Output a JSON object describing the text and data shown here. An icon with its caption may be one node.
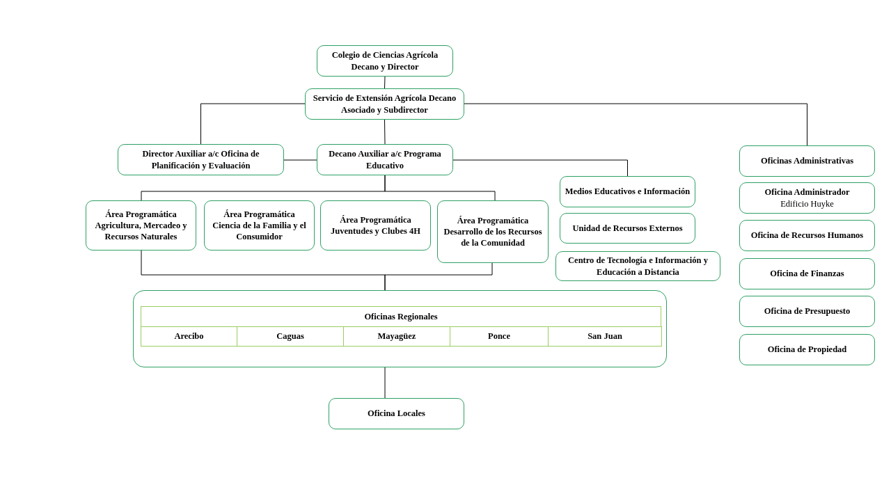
{
  "diagram": {
    "nodes": [
      {
        "text": [
          "Colegio de Ciencias Agrícola Decano y Director"
        ]
      },
      {
        "text": [
          "Servicio de Extensión Agrícola Decano Asociado y Subdirector"
        ]
      },
      {
        "text": [
          "Director Auxiliar a/c Oficina de Planificación y Evaluación"
        ]
      },
      {
        "text": [
          "Decano Auxiliar a/c Programa Educativo"
        ]
      },
      {
        "text": [
          "Área Programática Agricultura, Mercadeo y Recursos Naturales"
        ]
      },
      {
        "text": [
          "Área Programática Ciencia de la Familia y el Consumidor"
        ]
      },
      {
        "text": [
          "Área Programática Juventudes y Clubes 4H"
        ]
      },
      {
        "text": [
          "Área Programática Desarrollo de los Recursos de la Comunidad"
        ]
      },
      {
        "text": [
          "Medios Educativos e Información"
        ]
      },
      {
        "text": [
          "Unidad de Recursos Externos"
        ]
      },
      {
        "text": [
          "Centro de Tecnología e Información y Educación a Distancia"
        ]
      },
      {
        "text": [
          "Oficinas Administrativas"
        ]
      },
      {
        "text": [
          "Oficina Administrador",
          "Edificio Huyke"
        ]
      },
      {
        "text": [
          "Oficina de Recursos Humanos"
        ]
      },
      {
        "text": [
          "Oficina de Finanzas"
        ]
      },
      {
        "text": [
          "Oficina de Presupuesto"
        ]
      },
      {
        "text": [
          "Oficina de Propiedad"
        ]
      },
      {
        "text": [],
        "shape": "box"
      },
      {
        "text": [
          "Oficina Locales"
        ]
      }
    ],
    "edges": [
      {
        "from": 0,
        "to": 1,
        "arrow": "none"
      },
      {
        "from": 1,
        "to": 2,
        "arrow": "none"
      },
      {
        "from": 1,
        "to": 3,
        "arrow": "none"
      },
      {
        "from": 1,
        "to": 11,
        "arrow": "none"
      },
      {
        "from": 3,
        "to": 2,
        "arrow": "none"
      },
      {
        "from": 3,
        "to": 8,
        "arrow": "none"
      },
      {
        "from": 3,
        "to": 4,
        "arrow": "none"
      },
      {
        "from": 3,
        "to": 7,
        "arrow": "none"
      },
      {
        "from": 4,
        "to": 17,
        "arrow": "none"
      },
      {
        "from": 7,
        "to": 17,
        "arrow": "none"
      },
      {
        "from": 17,
        "to": 18,
        "arrow": "none"
      }
    ],
    "labels": [
      "Oficinas Regionales",
      "Arecibo",
      "Caguas",
      "Mayagüez",
      "Ponce",
      "San Juan"
    ]
  }
}
